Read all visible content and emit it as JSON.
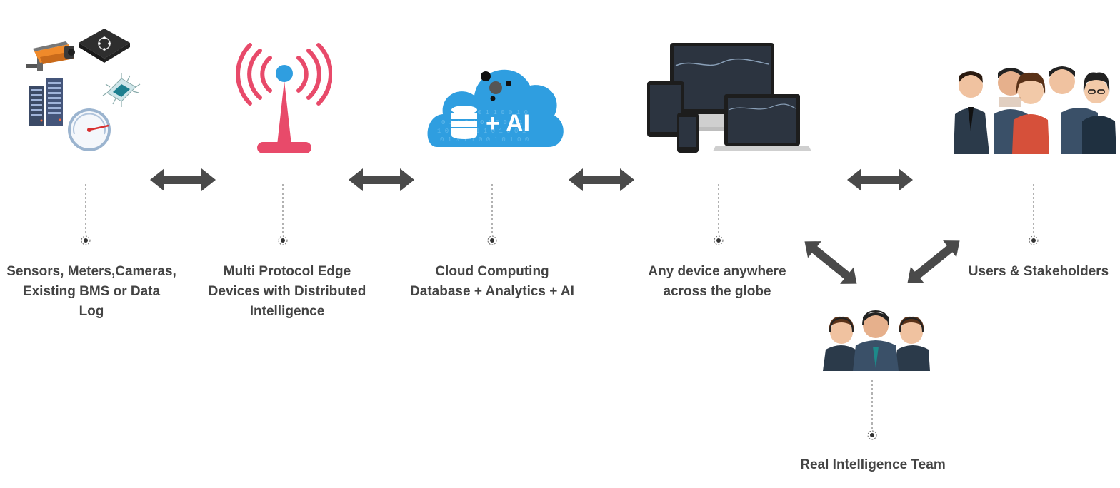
{
  "nodes": {
    "sources": {
      "label_lines": [
        "Sensors, Meters,Cameras,",
        "Existing BMS or Data",
        "Log"
      ]
    },
    "edge": {
      "label_lines": [
        "Multi Protocol Edge",
        "Devices with Distributed",
        "Intelligence"
      ]
    },
    "cloud": {
      "label_lines": [
        "Cloud Computing",
        "Database + Analytics + AI"
      ],
      "badge": "+ AI"
    },
    "devices": {
      "label_lines": [
        "Any device anywhere",
        "across the globe"
      ]
    },
    "users": {
      "label_lines": [
        "Users & Stakeholders"
      ]
    },
    "team": {
      "label_lines": [
        "Real Intelligence Team"
      ]
    }
  },
  "colors": {
    "arrow": "#4a4a4a",
    "label_text": "#444444",
    "tower_accent": "#e84a6a",
    "cloud_blue": "#2f9ee0",
    "suit_dark": "#2b3a4a",
    "teal_tie": "#1d8a8a"
  },
  "icons": [
    "cctv-camera-icon",
    "chip-icon",
    "server-rack-icon",
    "gauge-icon",
    "processor-icon",
    "antenna-tower-icon",
    "cloud-ai-icon",
    "database-icon",
    "monitor-icon",
    "tablet-icon",
    "phone-icon",
    "laptop-icon",
    "people-group-icon",
    "support-agents-icon"
  ]
}
